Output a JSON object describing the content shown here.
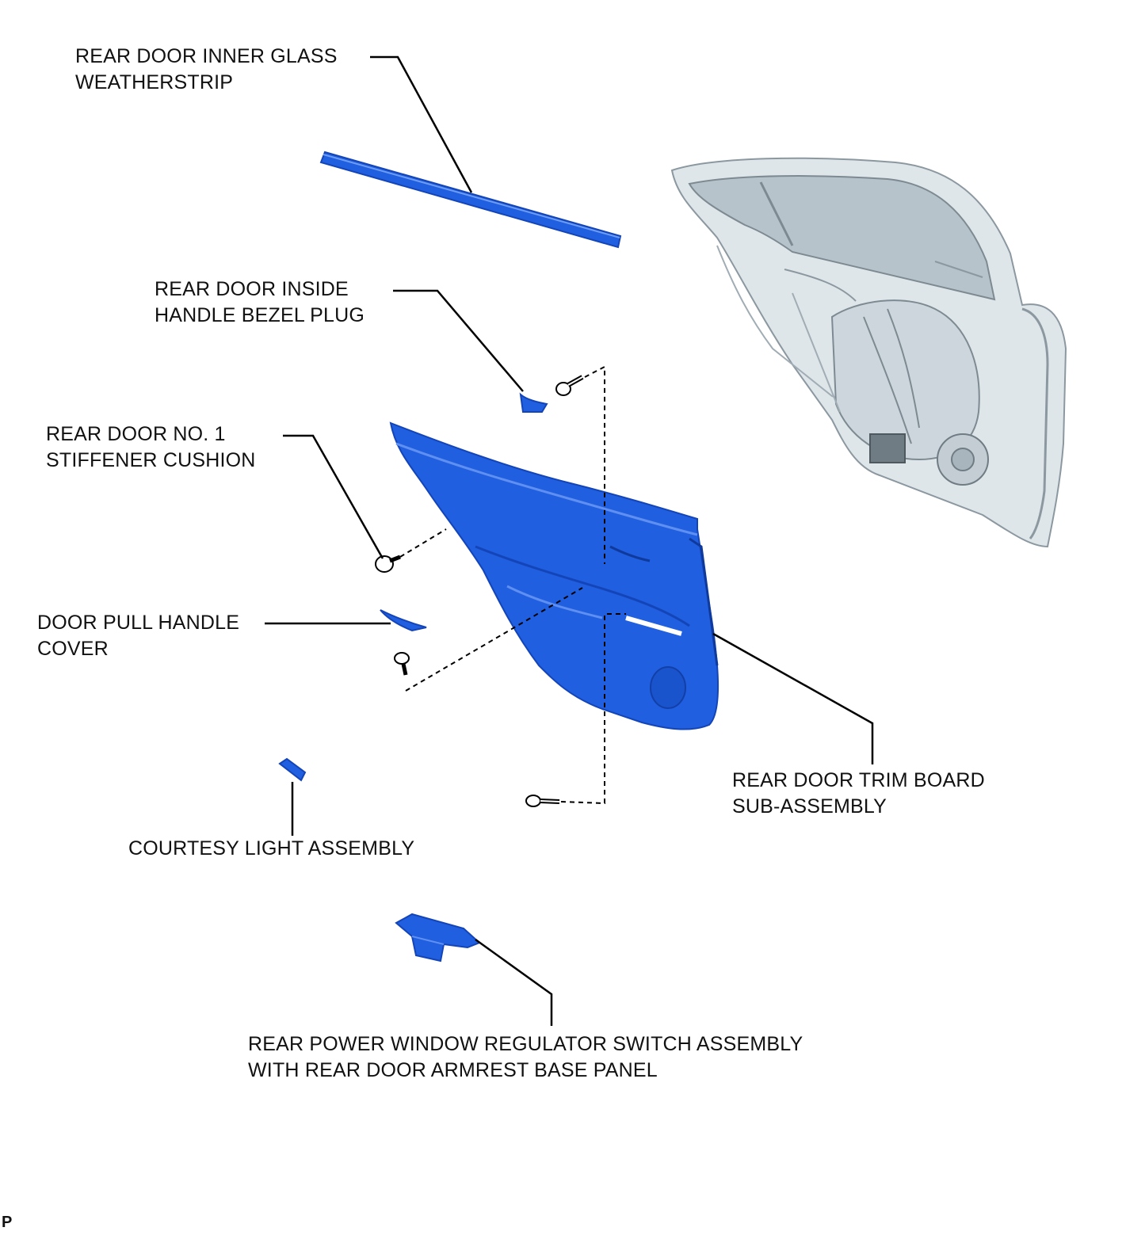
{
  "labels": {
    "weatherstrip": [
      "REAR DOOR INNER GLASS",
      "WEATHERSTRIP"
    ],
    "bezel_plug": [
      "REAR DOOR INSIDE",
      "HANDLE BEZEL PLUG"
    ],
    "stiffener": [
      "REAR DOOR NO. 1",
      "STIFFENER CUSHION"
    ],
    "pull_cover": [
      "DOOR PULL HANDLE",
      "COVER"
    ],
    "courtesy": [
      "COURTESY LIGHT ASSEMBLY"
    ],
    "trim_board": [
      "REAR DOOR TRIM BOARD",
      "SUB-ASSEMBLY"
    ],
    "switch": [
      "REAR POWER WINDOW REGULATOR SWITCH ASSEMBLY",
      "WITH REAR DOOR ARMREST BASE PANEL"
    ]
  },
  "corner_mark": "P",
  "colors": {
    "part_blue": "#1f5fe0",
    "part_blue_dark": "#1445b8",
    "door_frame_gray": "#c9d3da",
    "leader_line": "#000000"
  }
}
